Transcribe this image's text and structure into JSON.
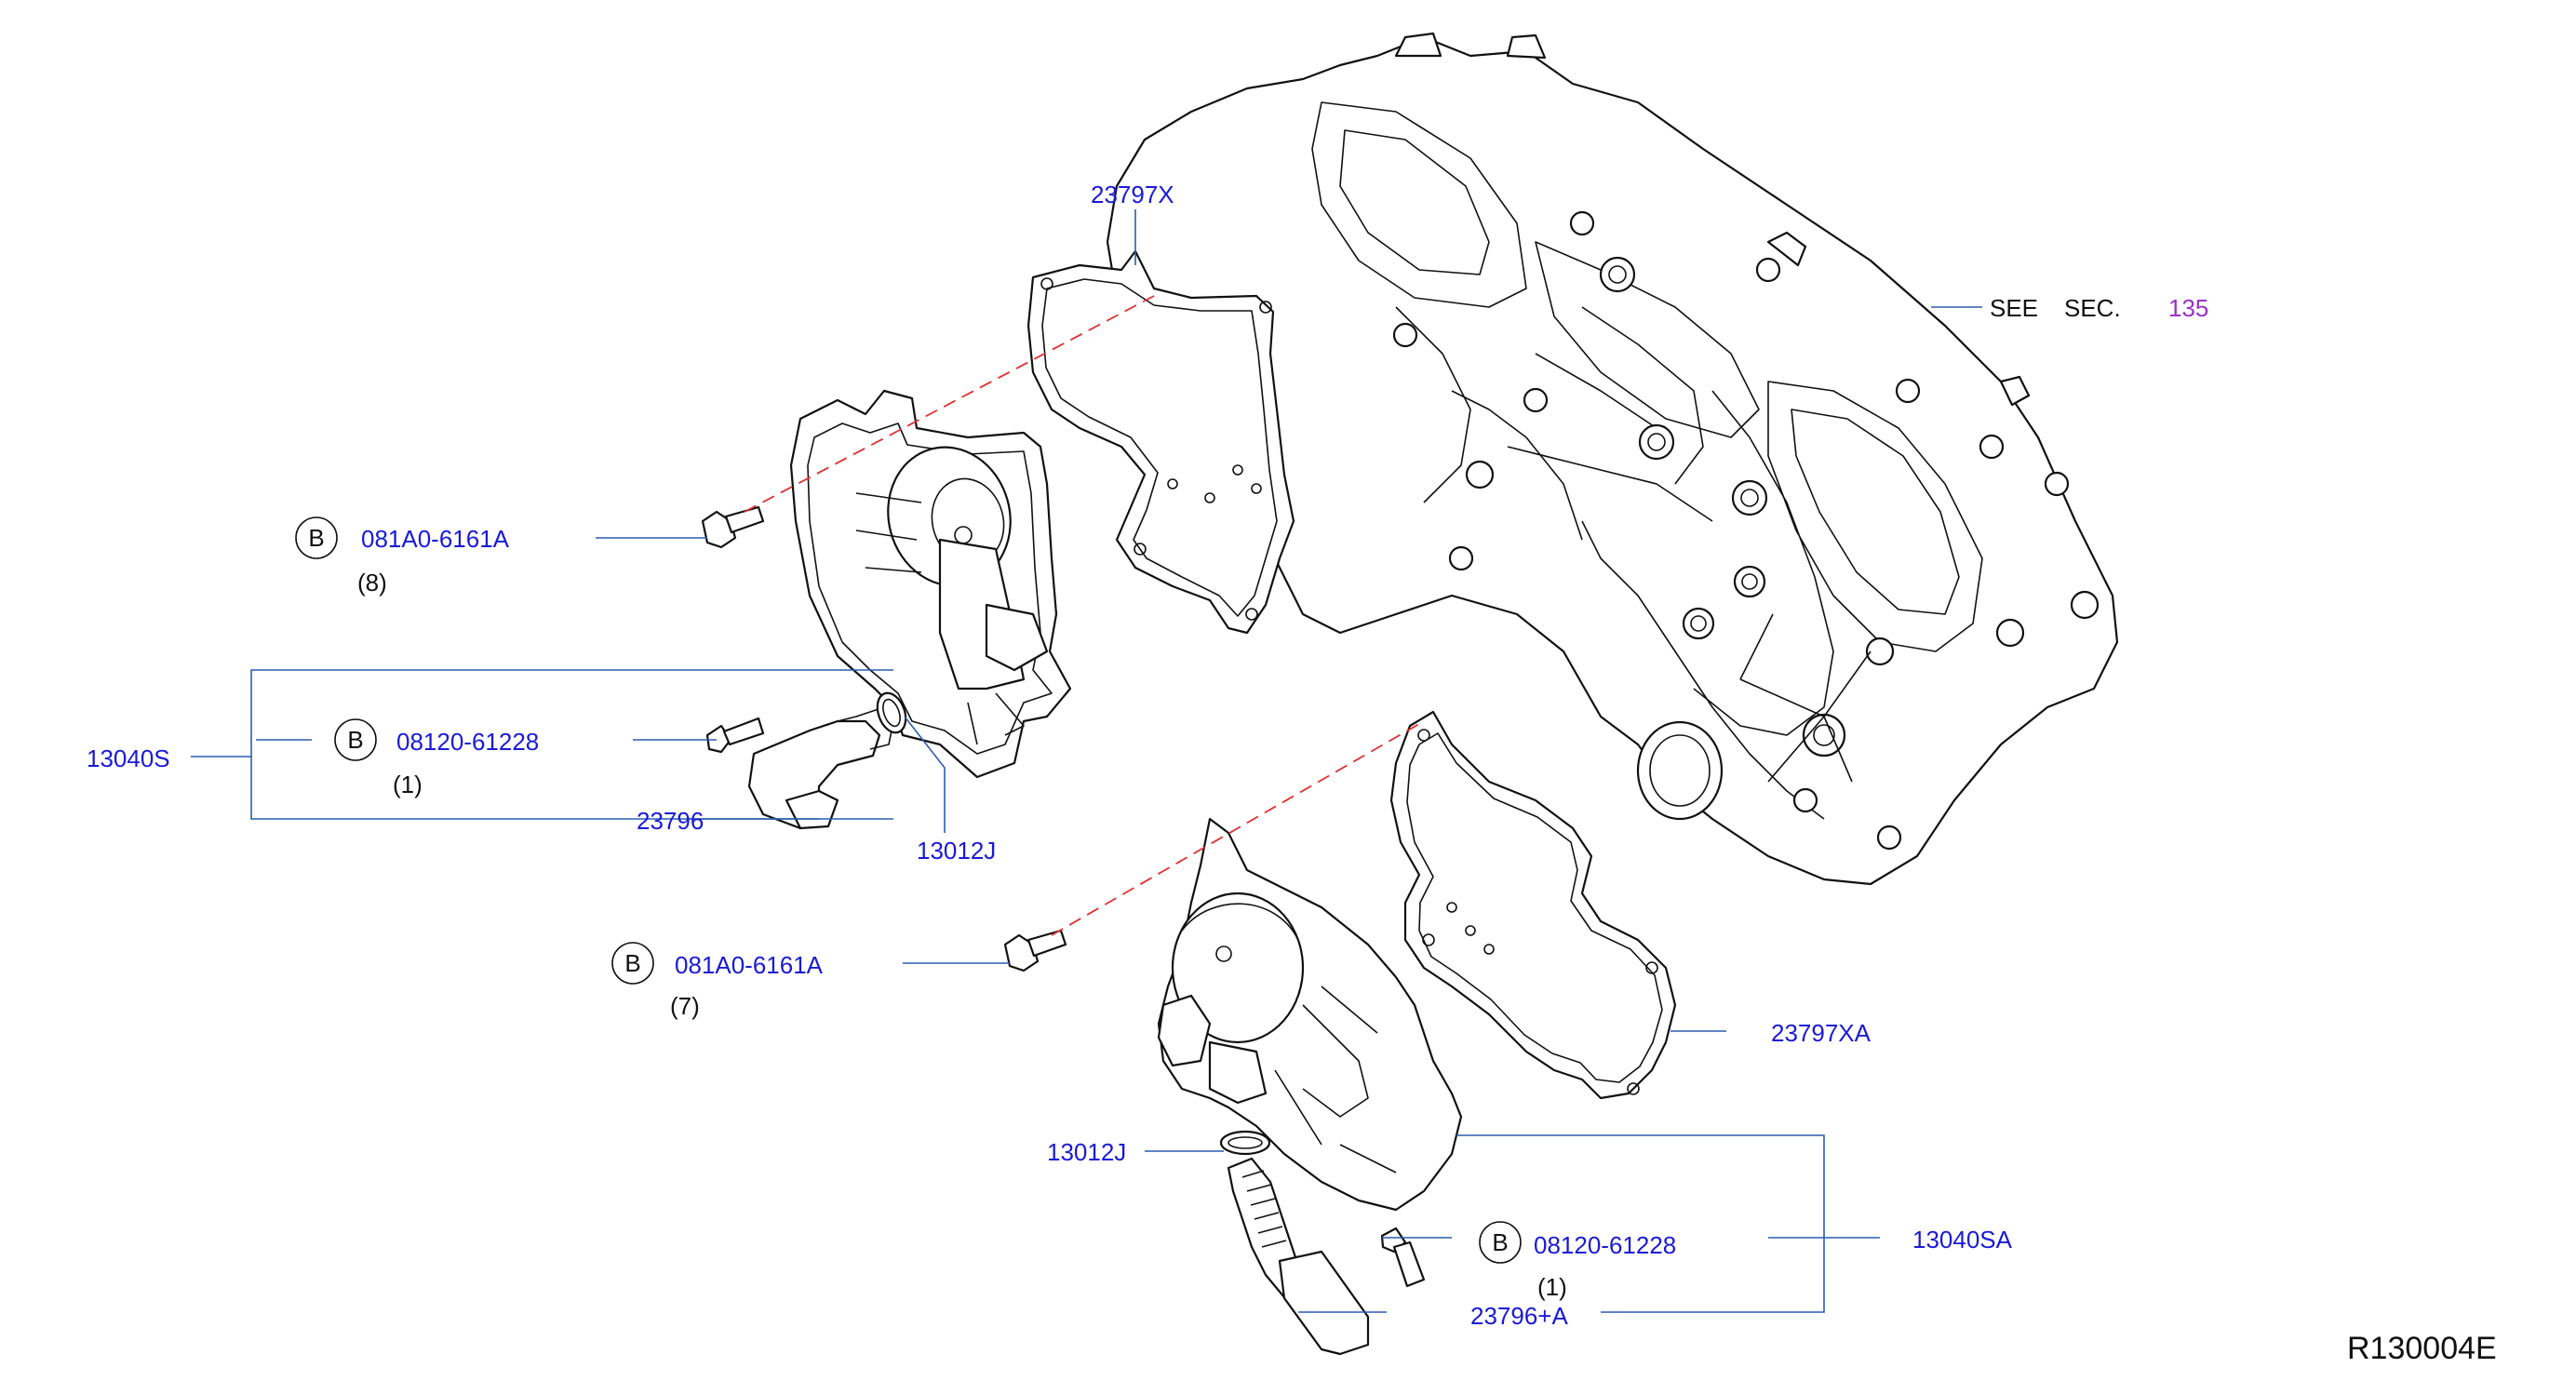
{
  "diagram": {
    "reference_code": "R130004E",
    "see_section": {
      "prefix": "SEE",
      "sec": "SEC.",
      "number": "135"
    },
    "bolt_symbol": "B",
    "callouts": {
      "gasket_upper": "23797X",
      "gasket_lower": "23797XA",
      "pump_assy_upper": "13040S",
      "pump_assy_lower": "13040SA",
      "bolt_upper": {
        "part": "081A0-6161A",
        "qty": "(8)"
      },
      "bolt_lower": {
        "part": "081A0-6161A",
        "qty": "(7)"
      },
      "screw_upper": {
        "part": "08120-61228",
        "qty": "(1)"
      },
      "screw_lower": {
        "part": "08120-61228",
        "qty": "(1)"
      },
      "valve_upper": "23796",
      "valve_lower": "23796+A",
      "oring_upper": "13012J",
      "oring_lower": "13012J"
    },
    "colors": {
      "part_number": "#1a1ad6",
      "section_number": "#9b30c8",
      "leader": "#2a5db0",
      "alignment_dash": "#e03030"
    }
  }
}
